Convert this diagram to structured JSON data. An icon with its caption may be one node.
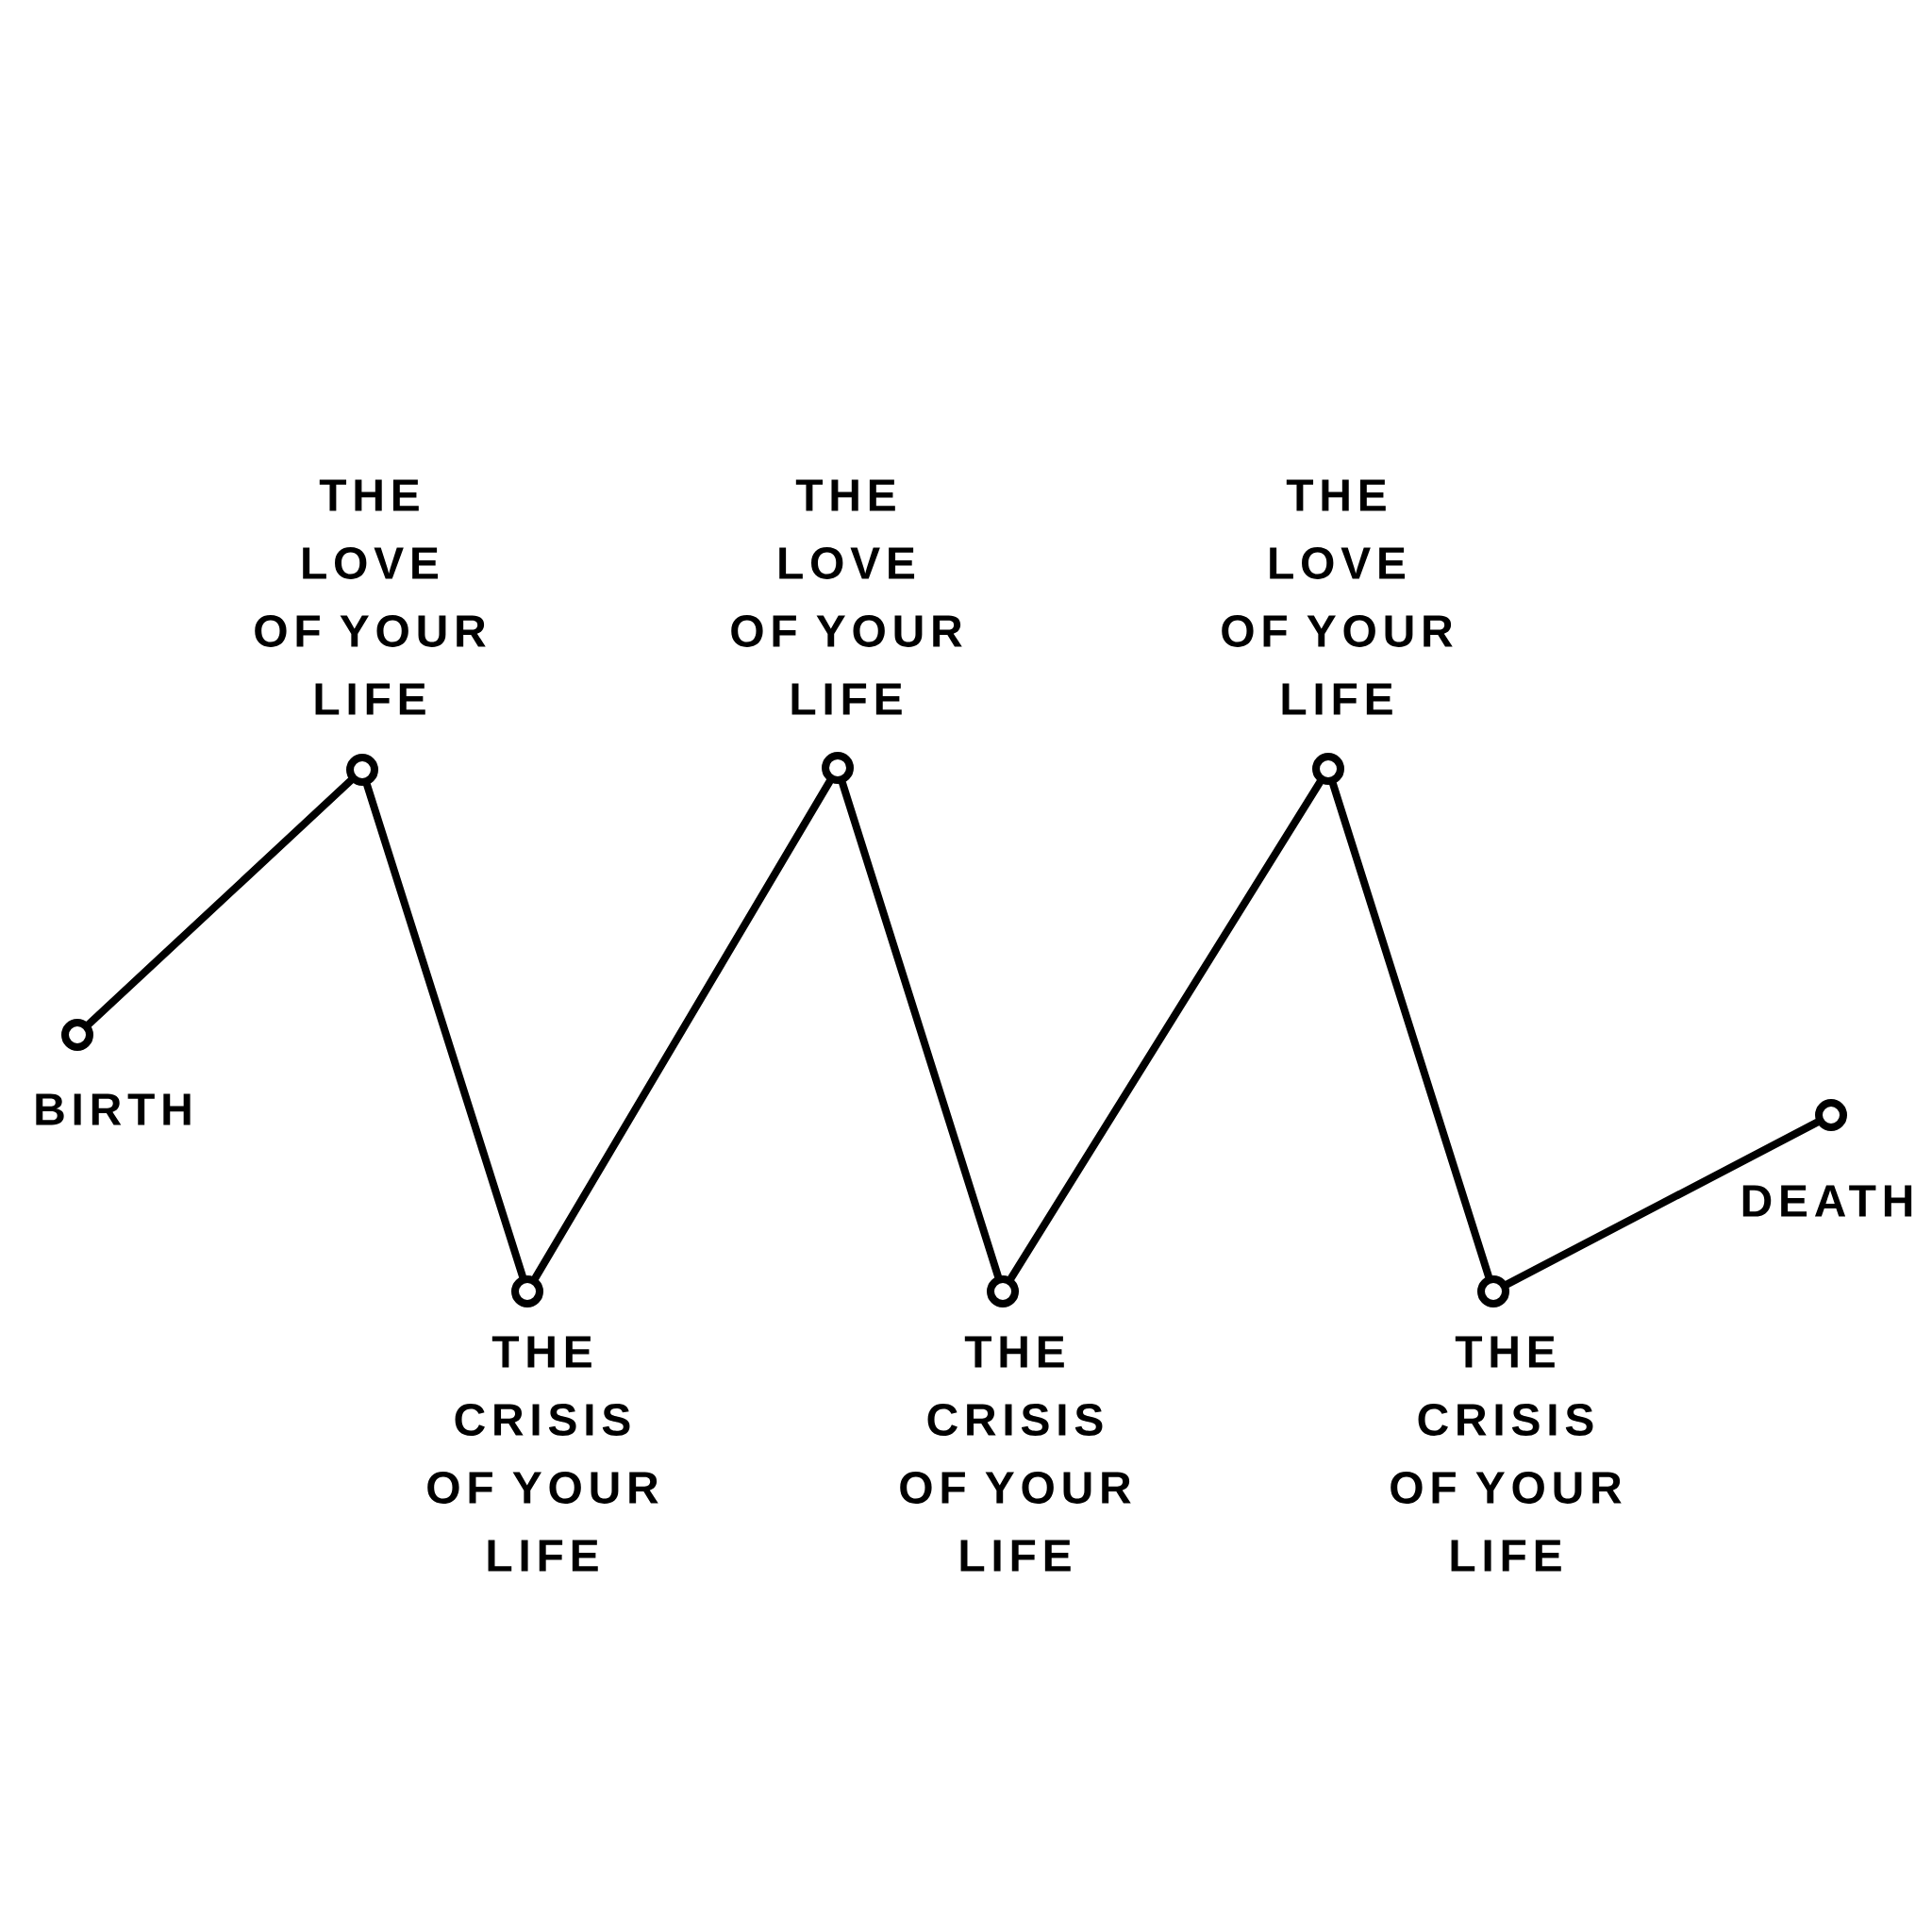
{
  "diagram": {
    "nodes": [
      {
        "text": [],
        "shape": "circle",
        "beside": [
          "BIRTH"
        ]
      },
      {
        "text": [],
        "shape": "circle",
        "beside": [
          "THE LOVE OF YOUR LIFE"
        ]
      },
      {
        "text": [],
        "shape": "circle",
        "beside": [
          "THE CRISIS OF YOUR LIFE"
        ]
      },
      {
        "text": [],
        "shape": "circle",
        "beside": [
          "THE LOVE OF YOUR LIFE"
        ]
      },
      {
        "text": [],
        "shape": "circle",
        "beside": [
          "THE CRISIS OF YOUR LIFE"
        ]
      },
      {
        "text": [],
        "shape": "circle",
        "beside": [
          "THE LOVE OF YOUR LIFE"
        ]
      },
      {
        "text": [],
        "shape": "circle",
        "beside": [
          "THE CRISIS OF YOUR LIFE"
        ]
      },
      {
        "text": [],
        "shape": "circle",
        "beside": [
          "DEATH"
        ]
      }
    ],
    "edges": [
      {
        "from": 0,
        "to": 1,
        "arrow": "none"
      },
      {
        "from": 1,
        "to": 2,
        "arrow": "none"
      },
      {
        "from": 2,
        "to": 3,
        "arrow": "none"
      },
      {
        "from": 3,
        "to": 4,
        "arrow": "none"
      },
      {
        "from": 4,
        "to": 5,
        "arrow": "none"
      },
      {
        "from": 5,
        "to": 6,
        "arrow": "none"
      },
      {
        "from": 6,
        "to": 7,
        "arrow": "none"
      }
    ]
  }
}
